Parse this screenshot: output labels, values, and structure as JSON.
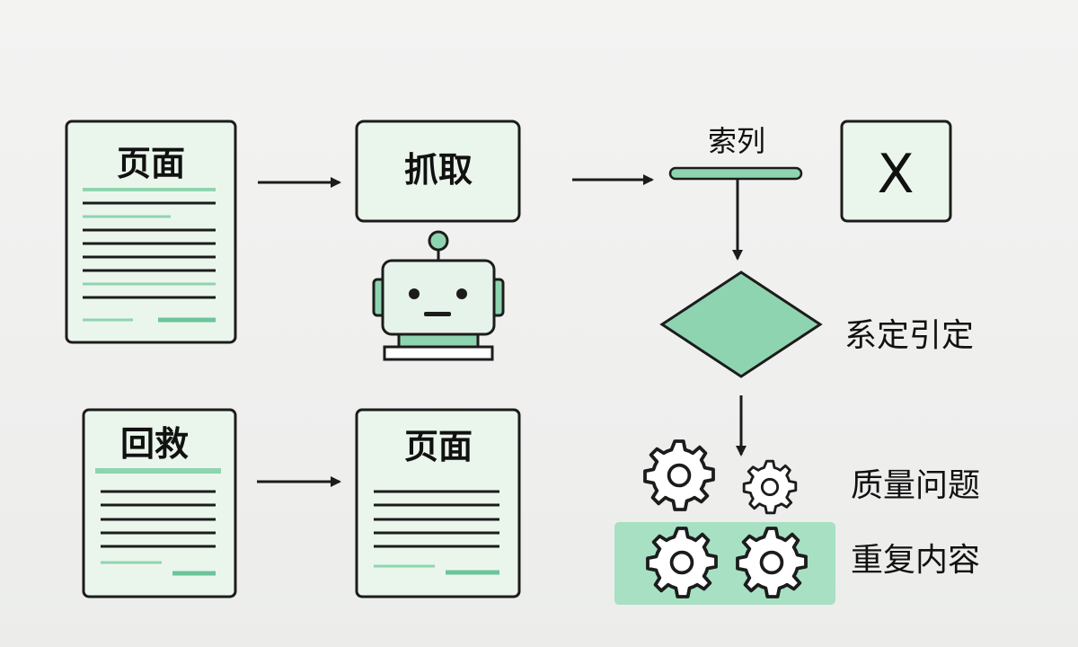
{
  "labels": {
    "page_top": "页面",
    "fetch": "抓取",
    "series": "索列",
    "x_mark": "X",
    "decide": "系定引定",
    "rescue": "回救",
    "page_bottom": "页面",
    "quality": "质量问题",
    "duplicate": "重复内容"
  },
  "colors": {
    "card_fill": "#eaf6ec",
    "accent": "#8fd4b0",
    "accent_dark": "#6cc49a",
    "stroke": "#1c1c1c",
    "highlight": "#a7e0c3"
  },
  "icons": [
    "document-icon",
    "robot-icon",
    "gear-icon",
    "decision-diamond",
    "arrow-icon"
  ]
}
